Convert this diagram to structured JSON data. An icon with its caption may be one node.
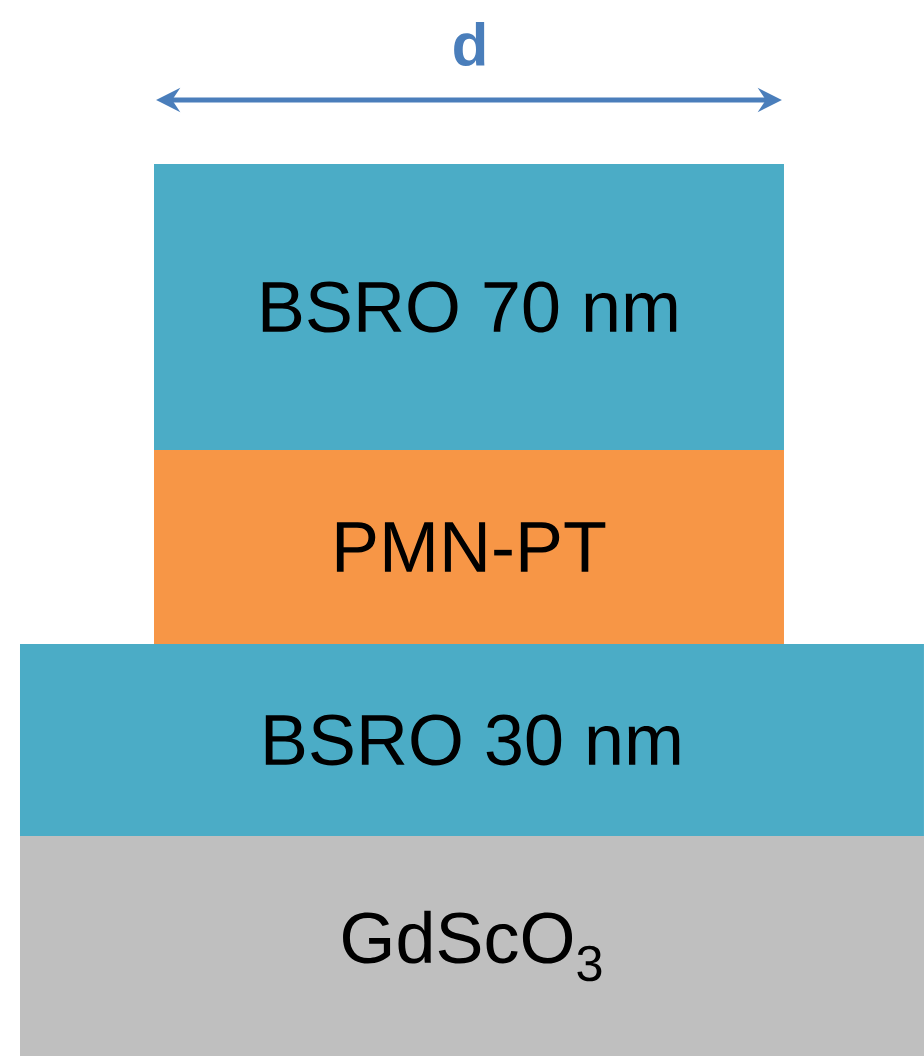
{
  "diagram": {
    "nodes": [
      {
        "text": [
          "BSRO 70 nm"
        ]
      },
      {
        "text": [
          "PMN-PT"
        ]
      },
      {
        "text": [
          "BSRO 30 nm"
        ]
      },
      {
        "text": [
          "GdScO$_{3}$"
        ]
      }
    ],
    "labels": [
      "d"
    ]
  }
}
